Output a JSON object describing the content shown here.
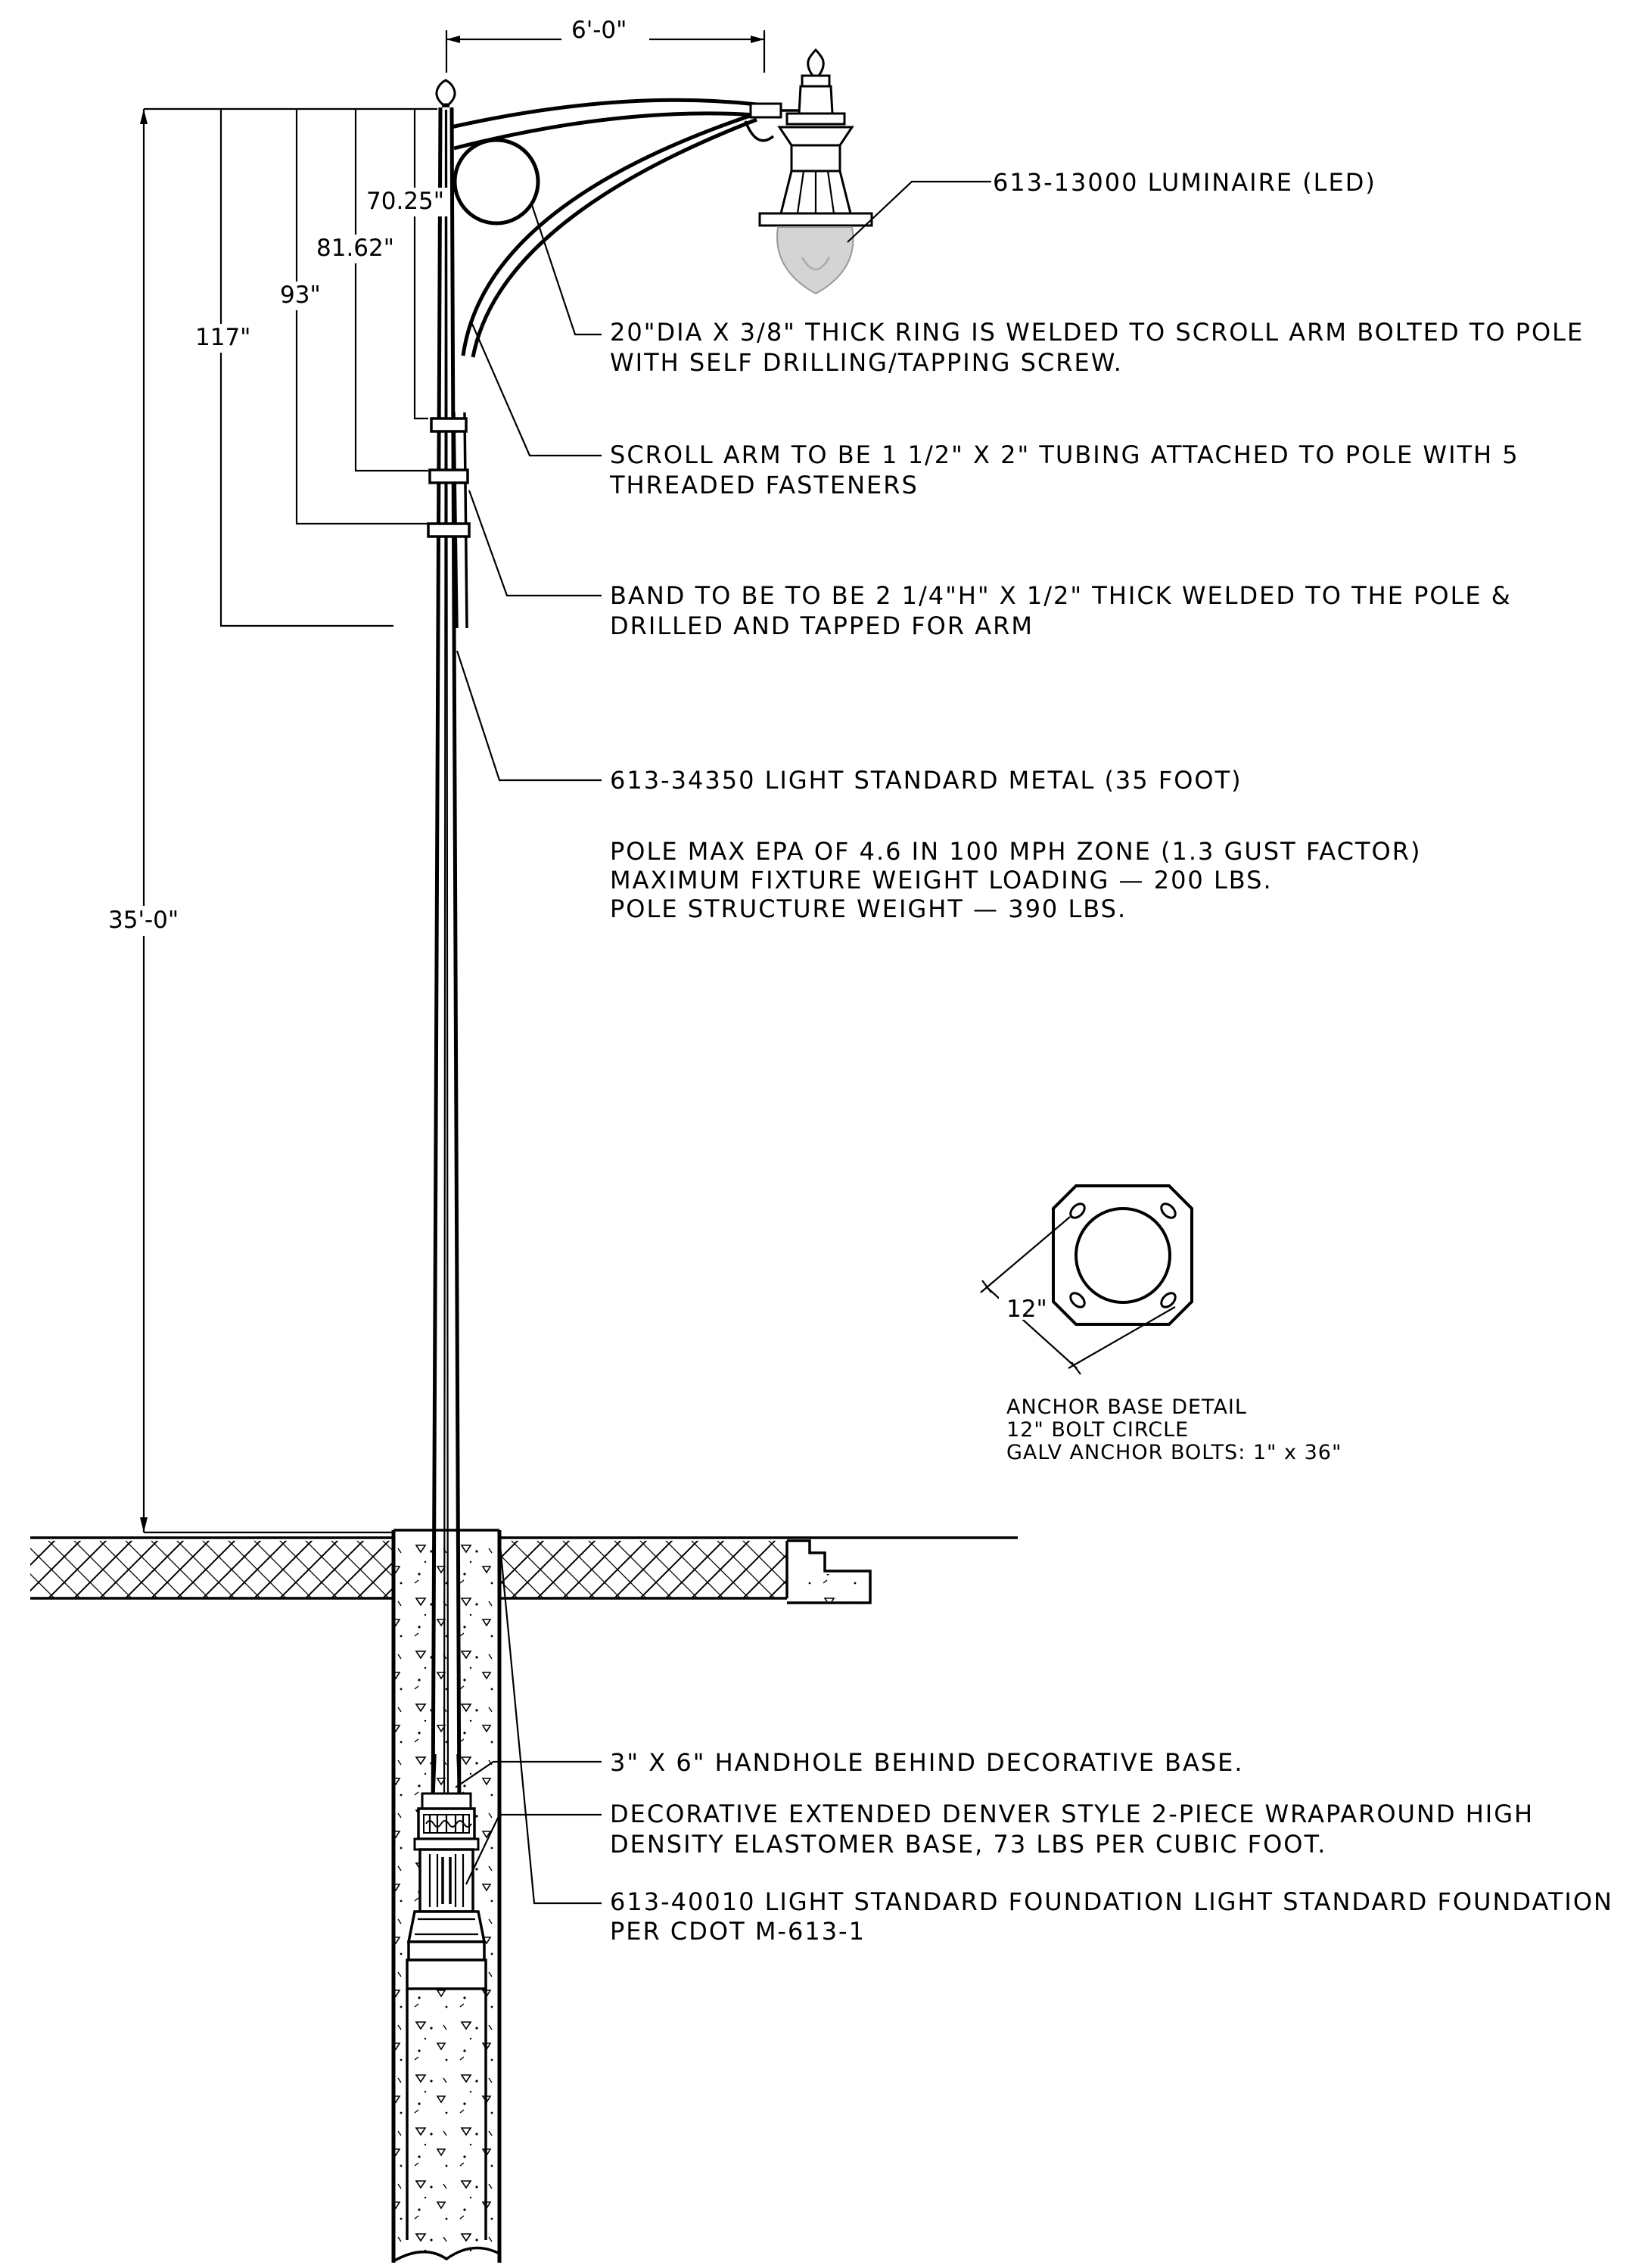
{
  "dimensions": {
    "arm_reach": "6'-0\"",
    "ring_height": "70.25\"",
    "band1_height": "81.62\"",
    "band2_height": "93\"",
    "arm_base_height": "117\"",
    "pole_height": "35'-0\""
  },
  "callouts": {
    "luminaire": "613-13000 LUMINAIRE (LED)",
    "ring": [
      "20\"DIA X 3/8\" THICK RING IS WELDED TO SCROLL ARM BOLTED TO POLE",
      "WITH SELF DRILLING/TAPPING SCREW."
    ],
    "scroll_arm": [
      "SCROLL ARM TO BE 1 1/2\" X 2\" TUBING ATTACHED TO POLE WITH 5",
      "THREADED FASTENERS"
    ],
    "band": [
      "BAND TO BE TO BE 2 1/4\"H\" X 1/2\" THICK WELDED TO THE POLE &",
      "DRILLED AND TAPPED FOR ARM"
    ],
    "light_standard": "613-34350 LIGHT STANDARD METAL (35 FOOT)",
    "pole_specs": [
      "POLE MAX EPA OF 4.6 IN 100 MPH ZONE (1.3 GUST FACTOR)",
      "MAXIMUM FIXTURE WEIGHT LOADING — 200 LBS.",
      "POLE STRUCTURE WEIGHT — 390 LBS."
    ],
    "handhole": "3\" X 6\" HANDHOLE BEHIND DECORATIVE BASE.",
    "decorative_base": [
      "DECORATIVE EXTENDED DENVER STYLE 2-PIECE WRAPAROUND HIGH",
      "DENSITY ELASTOMER BASE, 73 LBS PER CUBIC FOOT."
    ],
    "foundation": [
      "613-40010 LIGHT STANDARD FOUNDATION LIGHT STANDARD FOUNDATION",
      "PER CDOT M-613-1"
    ]
  },
  "anchor_detail": {
    "dimension": "12\"",
    "title": "ANCHOR BASE DETAIL",
    "lines": [
      "12\" BOLT CIRCLE",
      "GALV ANCHOR BOLTS: 1\" x 36\""
    ]
  }
}
